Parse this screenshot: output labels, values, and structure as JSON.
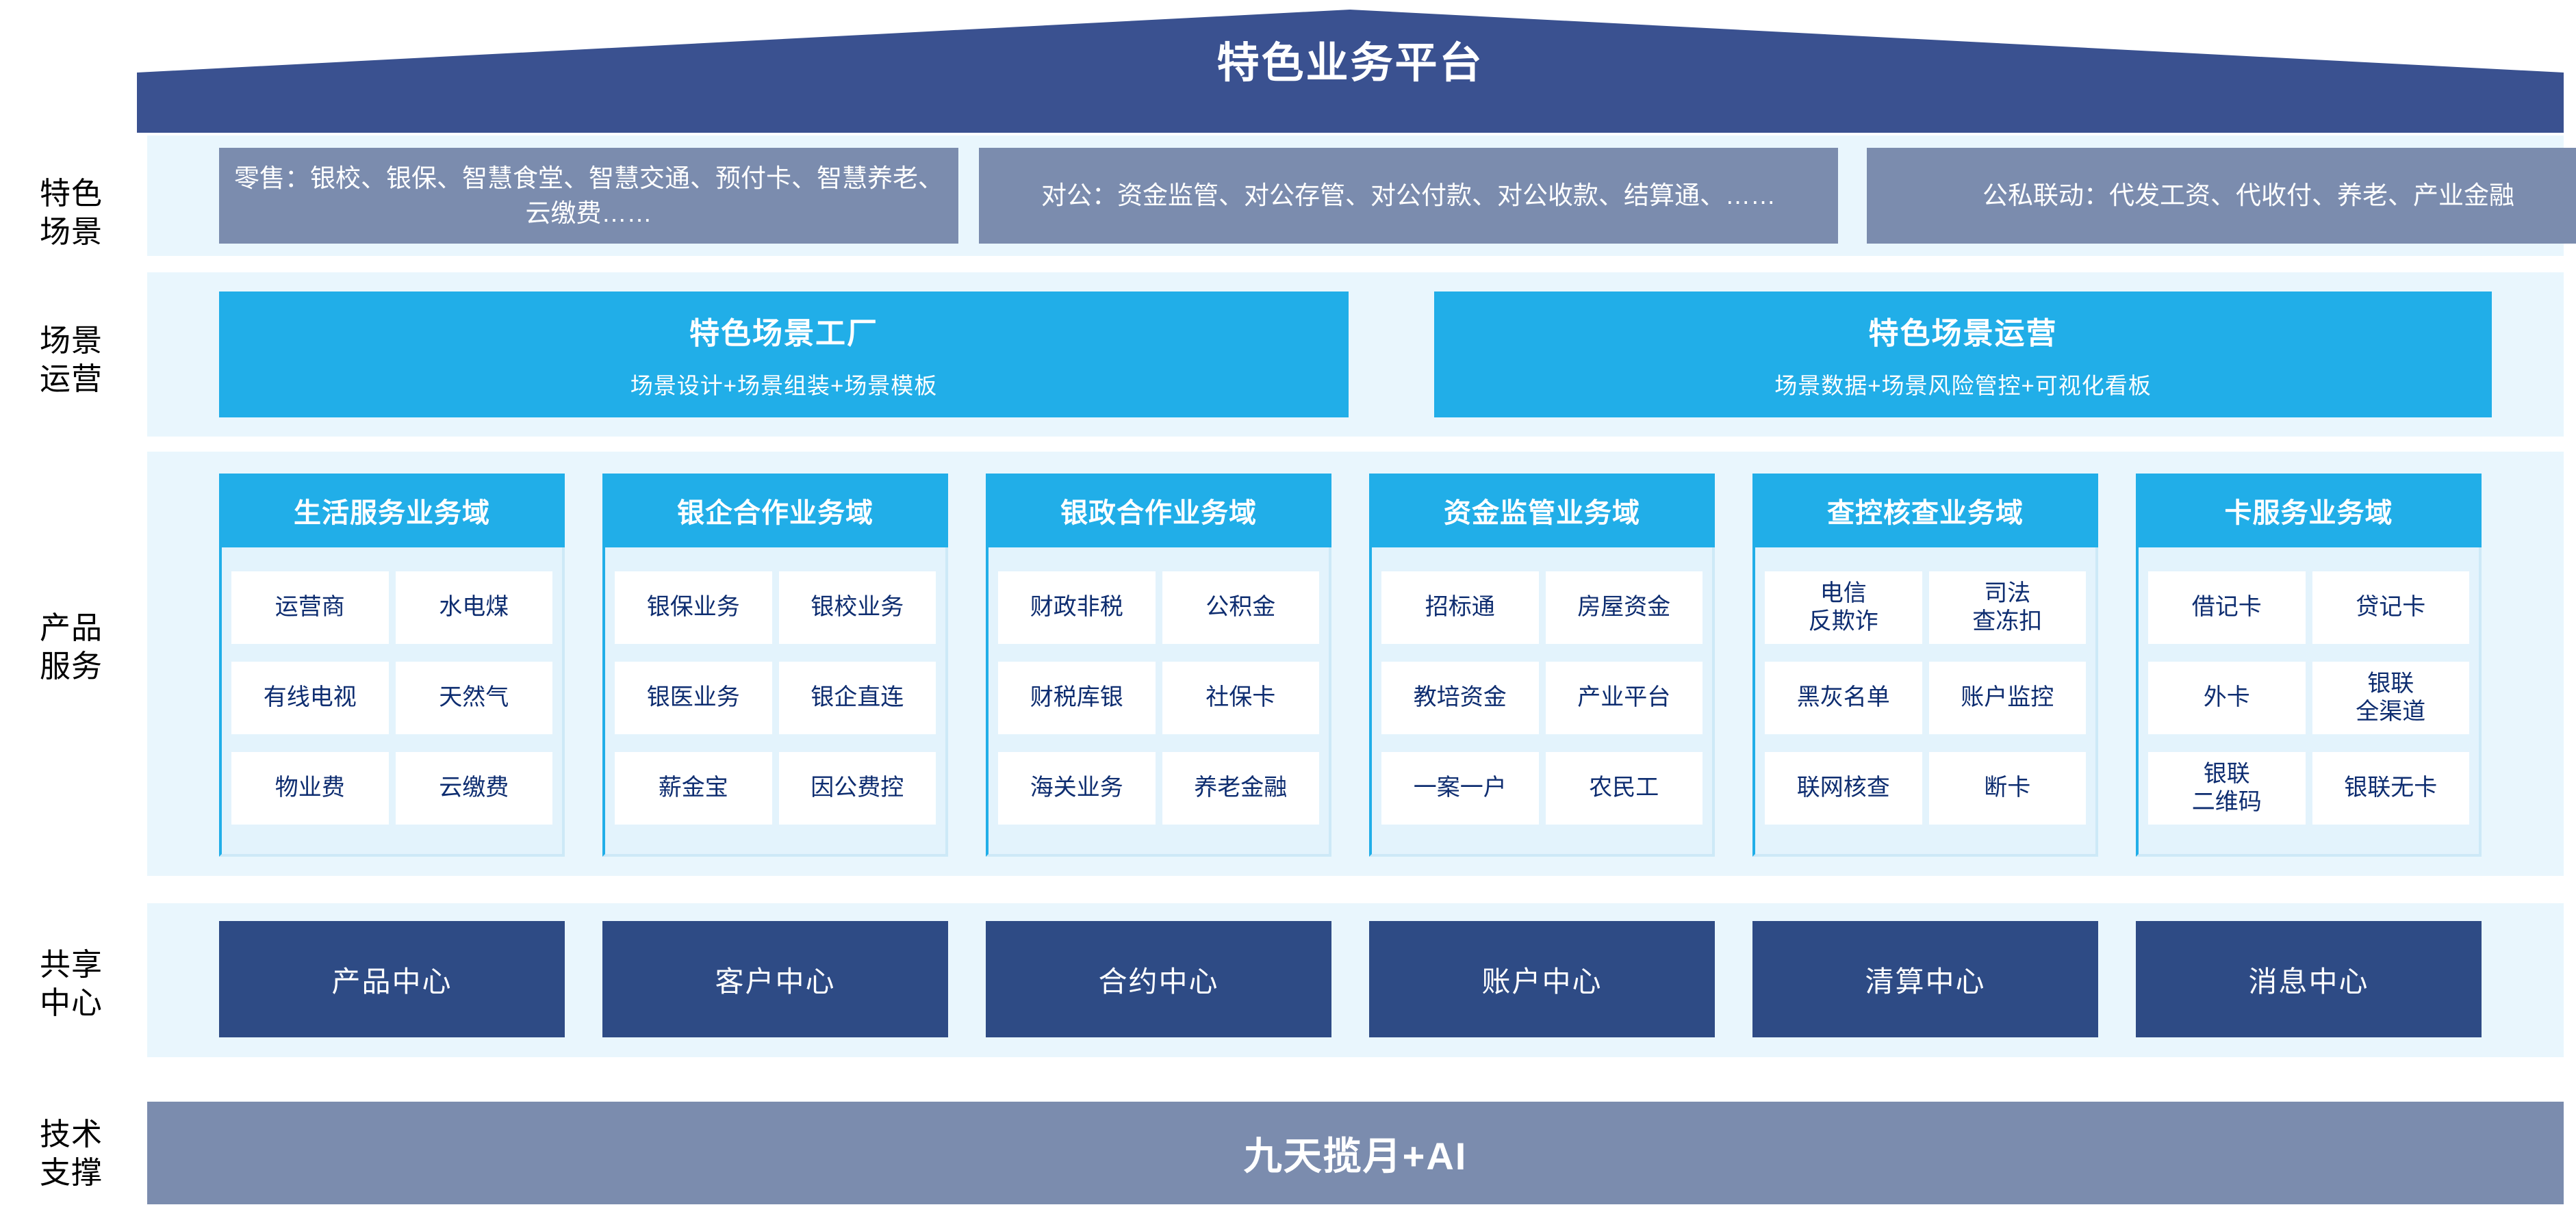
{
  "colors": {
    "roof_navy": "#3A5190",
    "cyan": "#21AEE8",
    "slate_blue": "#7B8CAE",
    "deep_navy": "#2E4B85",
    "panel_bg": "#E9F6FD",
    "cell_text": "#0E2D70"
  },
  "header": {
    "title": "特色业务平台"
  },
  "rows": {
    "scenarios_label": "特色\n场景",
    "operations_label": "场景\n运营",
    "products_label": "产品\n服务",
    "centers_label": "共享\n中心",
    "tech_label": "技术\n支撑"
  },
  "scenarios": [
    {
      "name": "retail",
      "text": "零售：银校、银保、智慧食堂、智慧交通、预付卡、智慧养老、云缴费……"
    },
    {
      "name": "corporate",
      "text": "对公：资金监管、对公存管、对公付款、对公收款、结算通、……"
    },
    {
      "name": "public-private",
      "text": "公私联动：代发工资、代收付、养老、产业金融"
    }
  ],
  "operations": [
    {
      "title": "特色场景工厂",
      "subtitle": "场景设计+场景组装+场景模板"
    },
    {
      "title": "特色场景运营",
      "subtitle": "场景数据+场景风险管控+可视化看板"
    }
  ],
  "product_domains": [
    {
      "title": "生活服务业务域",
      "items": [
        "运营商",
        "水电煤",
        "有线电视",
        "天然气",
        "物业费",
        "云缴费"
      ]
    },
    {
      "title": "银企合作业务域",
      "items": [
        "银保业务",
        "银校业务",
        "银医业务",
        "银企直连",
        "薪金宝",
        "因公费控"
      ]
    },
    {
      "title": "银政合作业务域",
      "items": [
        "财政非税",
        "公积金",
        "财税库银",
        "社保卡",
        "海关业务",
        "养老金融"
      ]
    },
    {
      "title": "资金监管业务域",
      "items": [
        "招标通",
        "房屋资金",
        "教培资金",
        "产业平台",
        "一案一户",
        "农民工"
      ]
    },
    {
      "title": "查控核查业务域",
      "items": [
        "电信\n反欺诈",
        "司法\n查冻扣",
        "黑灰名单",
        "账户监控",
        "联网核查",
        "断卡"
      ]
    },
    {
      "title": "卡服务业务域",
      "items": [
        "借记卡",
        "贷记卡",
        "外卡",
        "银联\n全渠道",
        "银联\n二维码",
        "银联无卡"
      ]
    }
  ],
  "shared_centers": [
    "产品中心",
    "客户中心",
    "合约中心",
    "账户中心",
    "清算中心",
    "消息中心"
  ],
  "tech_support": {
    "label": "九天揽月+AI"
  }
}
